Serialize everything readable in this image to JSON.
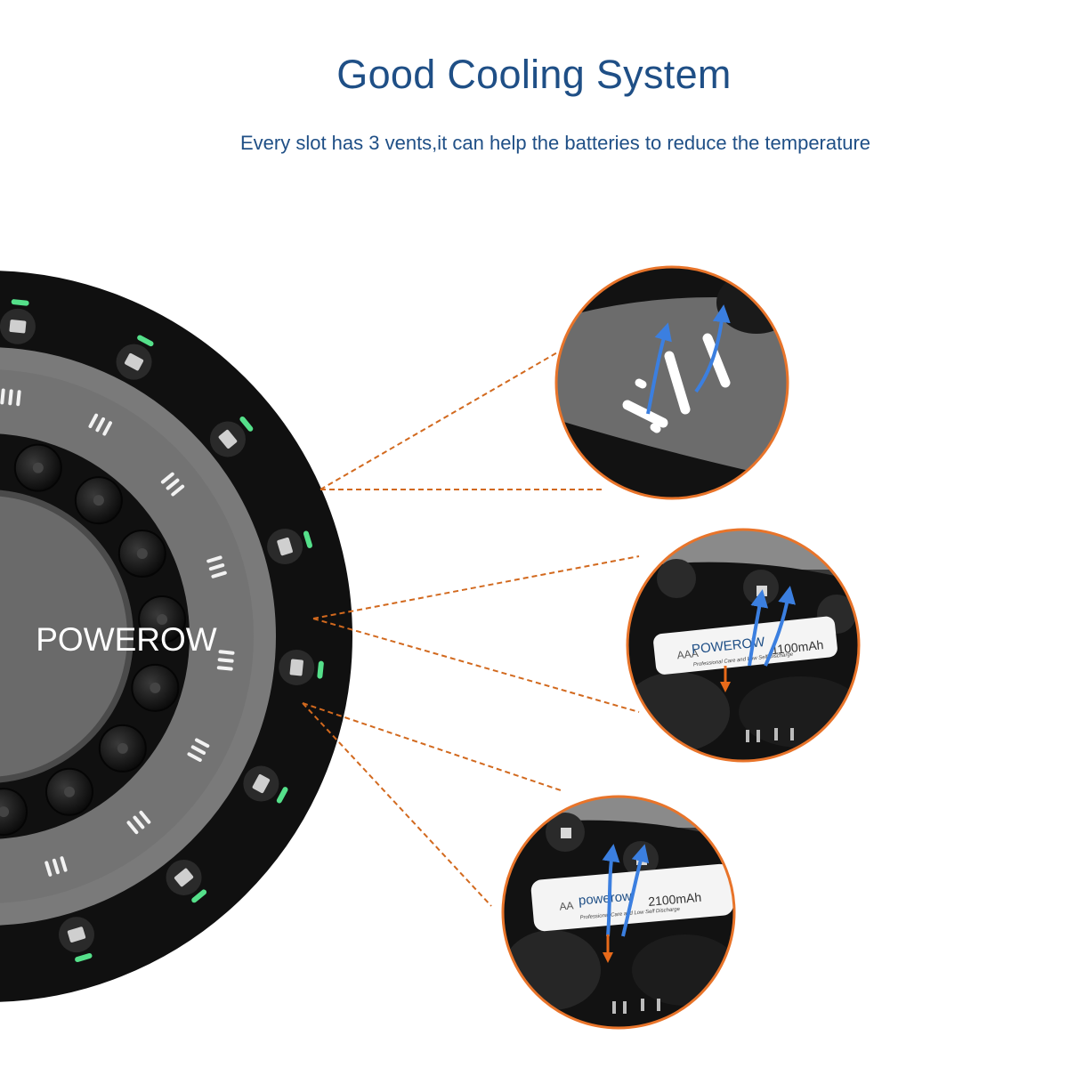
{
  "header": {
    "title": "Good Cooling System",
    "subtitle": "Every slot has 3 vents,it can help the batteries to reduce the temperature"
  },
  "charger": {
    "brand": "POWEROW",
    "outer_slot_count": 16,
    "inner_slot_count": 16,
    "vents_per_slot": 3,
    "led_color": "#55e08a"
  },
  "callouts": [
    {
      "name": "vent-closeup"
    },
    {
      "name": "aaa-battery-closeup",
      "battery_brand": "POWEROW",
      "battery_capacity": "1100mAh",
      "battery_size": "AAA",
      "battery_tagline": "Professional Care and Low Self Discharge"
    },
    {
      "name": "aa-battery-closeup",
      "battery_brand": "powerow",
      "battery_capacity": "2100mAh",
      "battery_size": "AA",
      "battery_tagline": "Professional Care and Low Self Discharge"
    }
  ],
  "colors": {
    "title": "#1f4f86",
    "leader_line": "#d2691e",
    "callout_border": "#e8742a",
    "airflow_arrow": "#3b7fe0",
    "heat_arrow": "#e86a1a",
    "body_gray": "#6e6e6e",
    "body_dark": "#151515"
  }
}
